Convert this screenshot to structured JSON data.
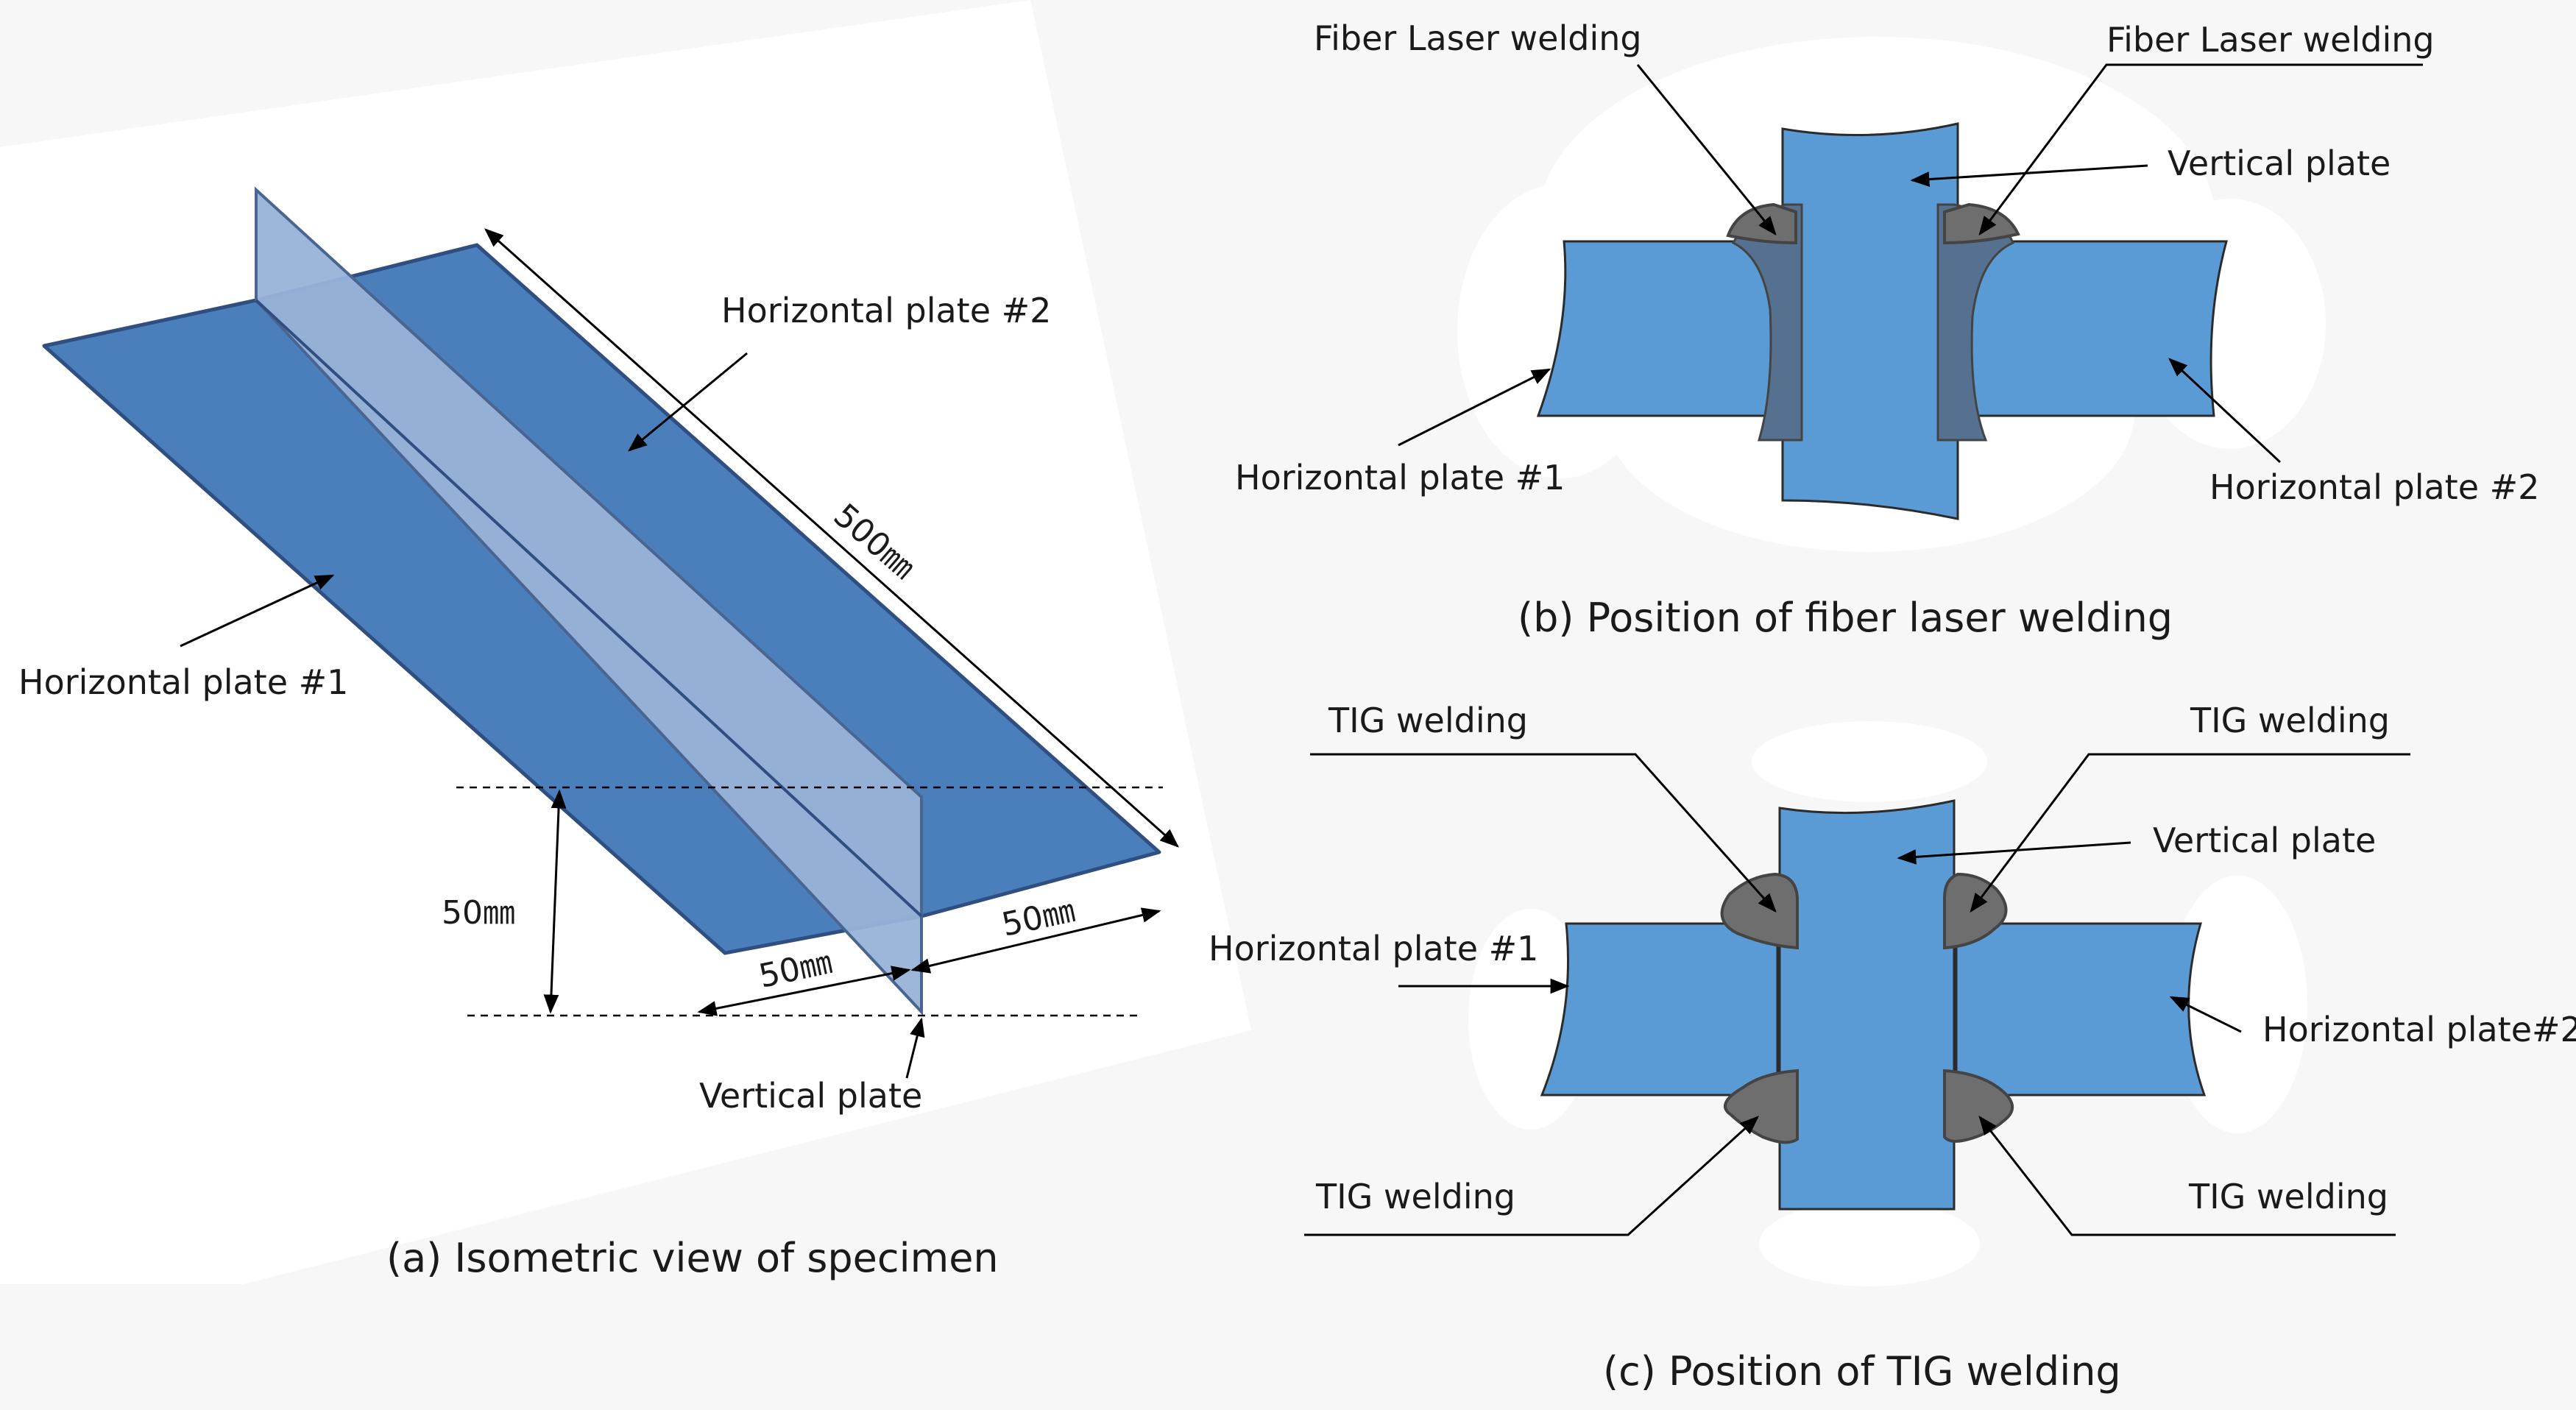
{
  "panel_a": {
    "caption": "(a) Isometric view of specimen",
    "label_horizontal_plate_2": "Horizontal plate #2",
    "label_horizontal_plate_1": "Horizontal plate #1",
    "label_vertical_plate": "Vertical plate",
    "dim_length": "500㎜",
    "dim_height": "50㎜",
    "dim_width_left": "50㎜",
    "dim_width_right": "50㎜"
  },
  "panel_b": {
    "caption": "(b) Position of fiber laser welding",
    "label_weld_left": "Fiber Laser welding",
    "label_weld_right": "Fiber Laser welding",
    "label_vertical_plate": "Vertical plate",
    "label_horizontal_plate_1": "Horizontal plate #1",
    "label_horizontal_plate_2": "Horizontal plate #2"
  },
  "panel_c": {
    "caption": "(c) Position of TIG welding",
    "label_weld_top_left": "TIG welding",
    "label_weld_top_right": "TIG welding",
    "label_weld_bottom_left": "TIG welding",
    "label_weld_bottom_right": "TIG welding",
    "label_vertical_plate": "Vertical plate",
    "label_horizontal_plate_1": "Horizontal plate #1",
    "label_horizontal_plate_2": "Horizontal plate#2"
  },
  "colors": {
    "plate_dark": "#4a7fbc",
    "plate_light": "#98b3d8",
    "plate_section": "#5b9bd5",
    "weld": "#6e6e6e"
  }
}
